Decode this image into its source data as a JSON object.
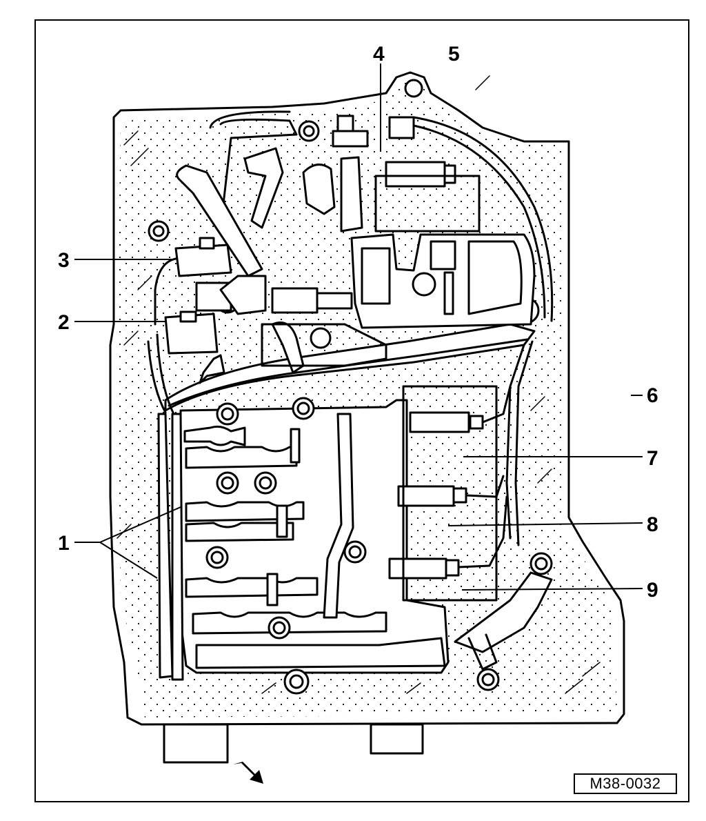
{
  "figure": {
    "id": "M38-0032",
    "callouts": [
      "1",
      "2",
      "3",
      "4",
      "5",
      "6",
      "7",
      "8",
      "9"
    ]
  },
  "colors": {
    "line": "#000000",
    "background": "#ffffff",
    "stipple": "#000000"
  },
  "icons": {
    "view_arrow": "arrow-icon"
  }
}
